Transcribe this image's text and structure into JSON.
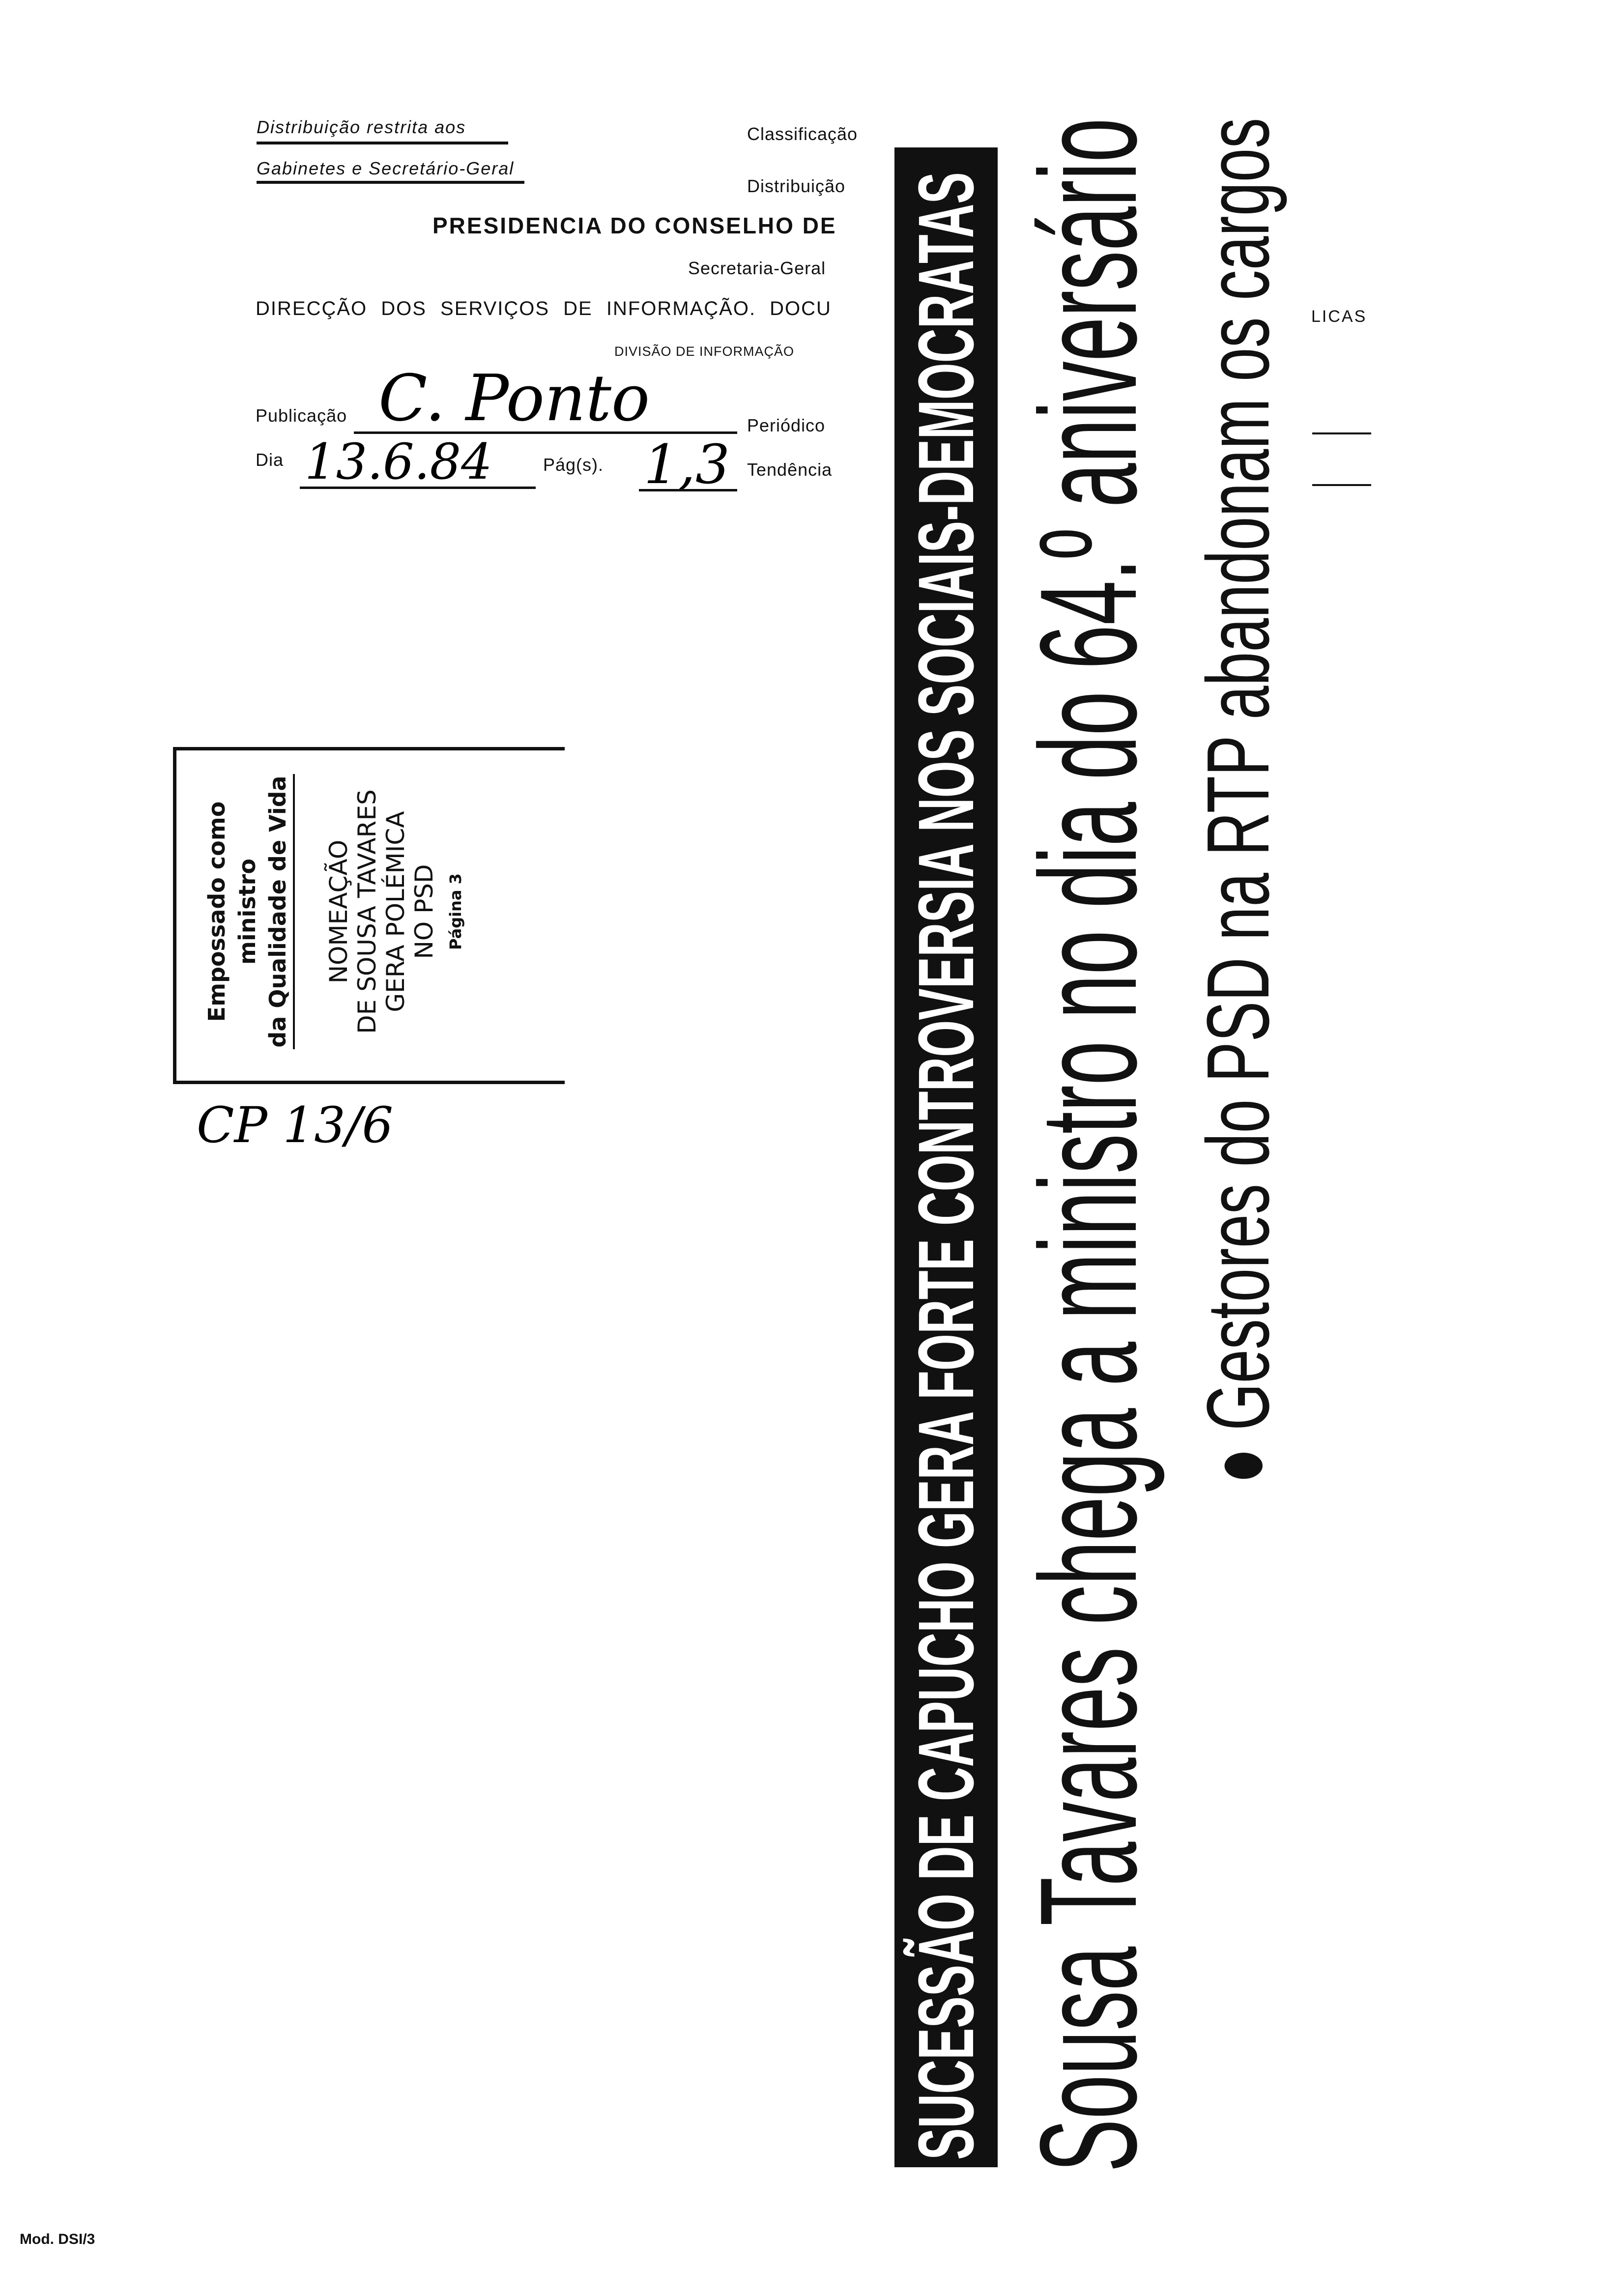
{
  "header": {
    "distribution_line1": "Distribuição restrita aos",
    "distribution_line2": "Gabinetes e Secretário-Geral",
    "classification_label": "Classificação",
    "distribution_label": "Distribuição",
    "presidency": "PRESIDENCIA DO CONSELHO DE",
    "secretariat": "Secretaria-Geral",
    "directorate": "DIRECÇÃO DOS SERVIÇOS DE INFORMAÇÃO. DOCU",
    "division": "DIVISÃO DE INFORMAÇÃO",
    "side_fragment": "LICAS"
  },
  "form": {
    "publication_label": "Publicação",
    "publication_value": "C. Ponto",
    "periodical_label": "Periódico",
    "day_label": "Dia",
    "day_value": "13.6.84",
    "pages_label": "Pág(s).",
    "pages_value": "1,3",
    "tendency_label": "Tendência"
  },
  "article": {
    "kicker": "SUCESSÃO DE CAPUCHO GERA FORTE CONTROVERSIA NOS SOCIAIS-DEMOCRATAS",
    "headline": "Sousa Tavares chega a ministro no dia do 64.º aniversário",
    "subheadline": "Gestores do PSD na RTP abandonam os cargos",
    "bullet": "●"
  },
  "clipping_box": {
    "caption_line1": "Empossado como ministro",
    "caption_line2": "da Qualidade de Vida",
    "title_line1": "NOMEAÇÃO",
    "title_line2": "DE SOUSA TAVARES",
    "title_line3": "GERA POLÉMICA",
    "title_line4": "NO PSD",
    "page_ref": "Página 3",
    "handwritten_note": "CP 13/6"
  },
  "footer": {
    "form_code": "Mod. DSI/3"
  }
}
